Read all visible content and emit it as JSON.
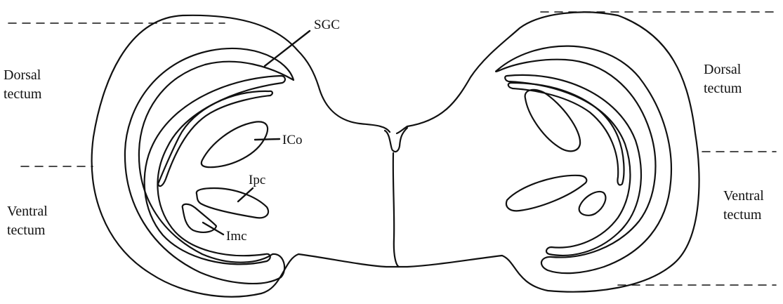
{
  "labels": {
    "left_dorsal": [
      "Dorsal",
      "tectum"
    ],
    "left_ventral": [
      "Ventral",
      "tectum"
    ],
    "right_dorsal": [
      "Dorsal",
      "tectum"
    ],
    "right_ventral": [
      "Ventral",
      "tectum"
    ],
    "sgc": "SGC",
    "ico": "ICo",
    "ipc": "Ipc",
    "imc": "Imc"
  },
  "colors": {
    "line": "#111111",
    "background": "#ffffff"
  }
}
